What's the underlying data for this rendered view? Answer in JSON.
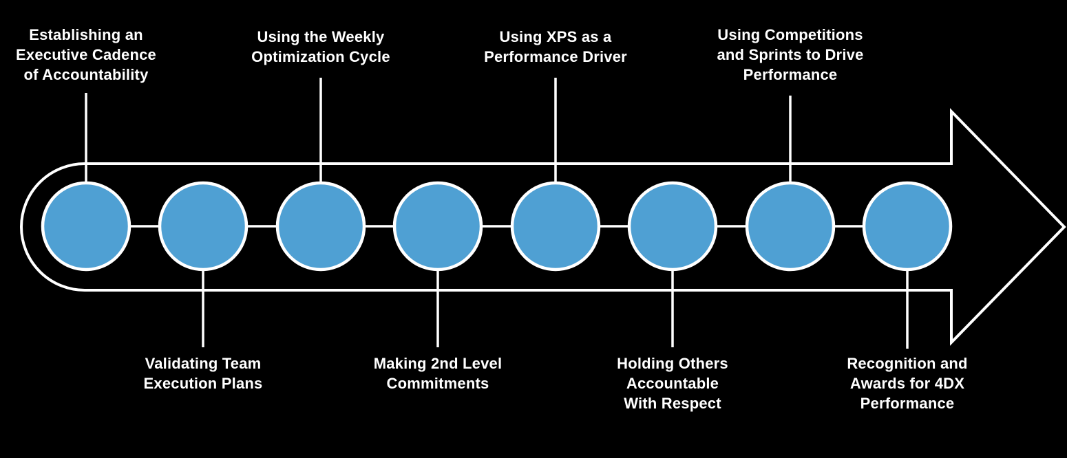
{
  "diagram": {
    "type": "process-arrow-timeline",
    "background_color": "#000000",
    "arrow_outline_color": "#FFFFFF",
    "node_fill_color": "#4FA0D3",
    "node_stroke_color": "#FFFFFF",
    "connector_color": "#FFFFFF",
    "text_color": "#FFFFFF",
    "node_count": 8,
    "steps": [
      {
        "index": 1,
        "position": "top",
        "label": "Establishing an\nExecutive Cadence\nof Accountability"
      },
      {
        "index": 2,
        "position": "bottom",
        "label": "Validating Team\nExecution Plans"
      },
      {
        "index": 3,
        "position": "top",
        "label": "Using the Weekly\nOptimization Cycle"
      },
      {
        "index": 4,
        "position": "bottom",
        "label": "Making 2nd Level\nCommitments"
      },
      {
        "index": 5,
        "position": "top",
        "label": "Using XPS as a\nPerformance Driver"
      },
      {
        "index": 6,
        "position": "bottom",
        "label": "Holding Others\nAccountable\nWith Respect"
      },
      {
        "index": 7,
        "position": "top",
        "label": "Using Competitions\nand Sprints to Drive\nPerformance"
      },
      {
        "index": 8,
        "position": "bottom",
        "label": "Recognition and\nAwards for 4DX\nPerformance"
      }
    ]
  }
}
